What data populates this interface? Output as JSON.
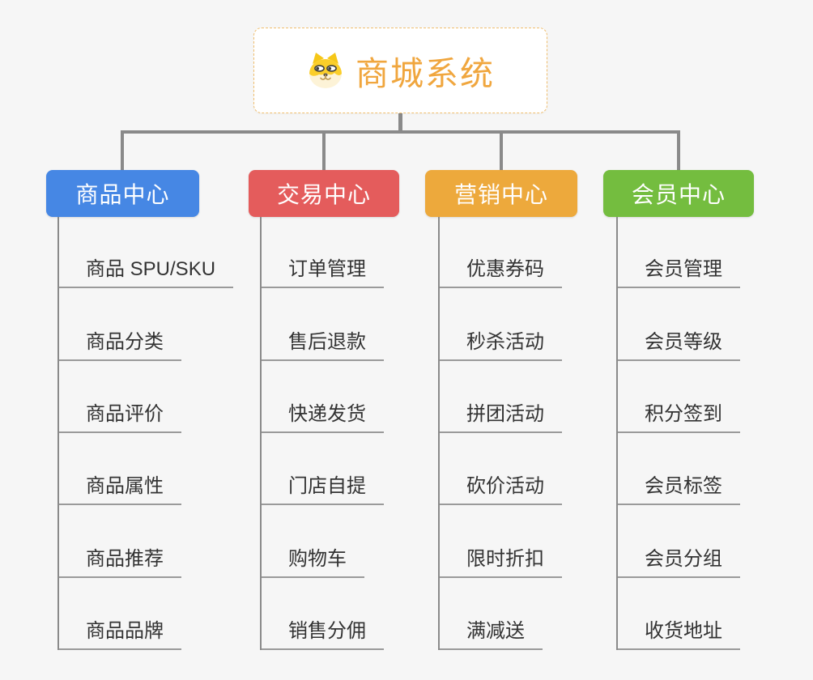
{
  "canvas": {
    "background_color": "#f6f6f6",
    "connector_color": "#8a8a8a",
    "leaf_underline_color": "#9a9a9a"
  },
  "root": {
    "title": "商城系统",
    "title_color": "#f0a63e",
    "border_color": "#f0be6e",
    "icon": "dog-face-icon"
  },
  "branches": [
    {
      "label": "商品中心",
      "color": "#4687e4",
      "items": [
        "商品 SPU/SKU",
        "商品分类",
        "商品评价",
        "商品属性",
        "商品推荐",
        "商品品牌"
      ]
    },
    {
      "label": "交易中心",
      "color": "#e45c5c",
      "items": [
        "订单管理",
        "售后退款",
        "快递发货",
        "门店自提",
        "购物车",
        "销售分佣"
      ]
    },
    {
      "label": "营销中心",
      "color": "#eda93c",
      "items": [
        "优惠券码",
        "秒杀活动",
        "拼团活动",
        "砍价活动",
        "限时折扣",
        "满减送"
      ]
    },
    {
      "label": "会员中心",
      "color": "#74bd3f",
      "items": [
        "会员管理",
        "会员等级",
        "积分签到",
        "会员标签",
        "会员分组",
        "收货地址"
      ]
    }
  ]
}
